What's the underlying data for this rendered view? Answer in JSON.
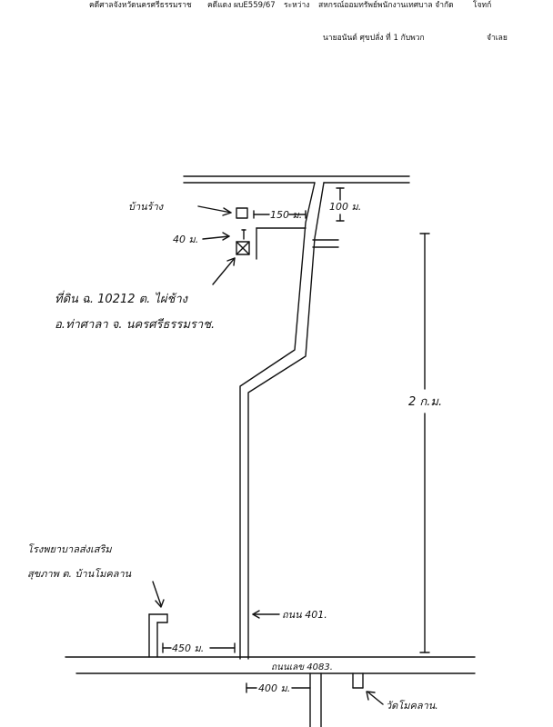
{
  "header": {
    "court": "คดีศาลจังหวัดนครศรีธรรมราช",
    "case_no": "คดีแดง ผบE559/67",
    "between": "ระหว่าง",
    "plaintiff": "สหกรณ์ออมทรัพย์พนักงานเทศบาล จำกัด",
    "plaintiff_role": "โจทก์",
    "defendant": "นายอนันต์ ศุขปลั่ง ที่ 1 กับพวก",
    "defendant_role": "จำเลย"
  },
  "map": {
    "neighbor_house": "บ้านร้าง",
    "dist_150": "150 ม.",
    "dist_100": "100 ม.",
    "dist_40": "40 ม.",
    "land_line1": "ที่ดิน ฉ. 10212 ต. ไผ่ช้าง",
    "land_line2": "อ.ท่าศาลา  จ. นครศรีธรรมราช.",
    "dist_2km": "2 ก.ม.",
    "hospital_line1": "โรงพยาบาลส่งเสริม",
    "hospital_line2": "สุขภาพ ต. บ้านโมคลาน",
    "road_401": "ถนน 401.",
    "dist_450": "450 ม.",
    "road_4083": "ถนนเลข 4083.",
    "dist_400": "400 ม.",
    "temple": "วัดโมคลาน."
  }
}
